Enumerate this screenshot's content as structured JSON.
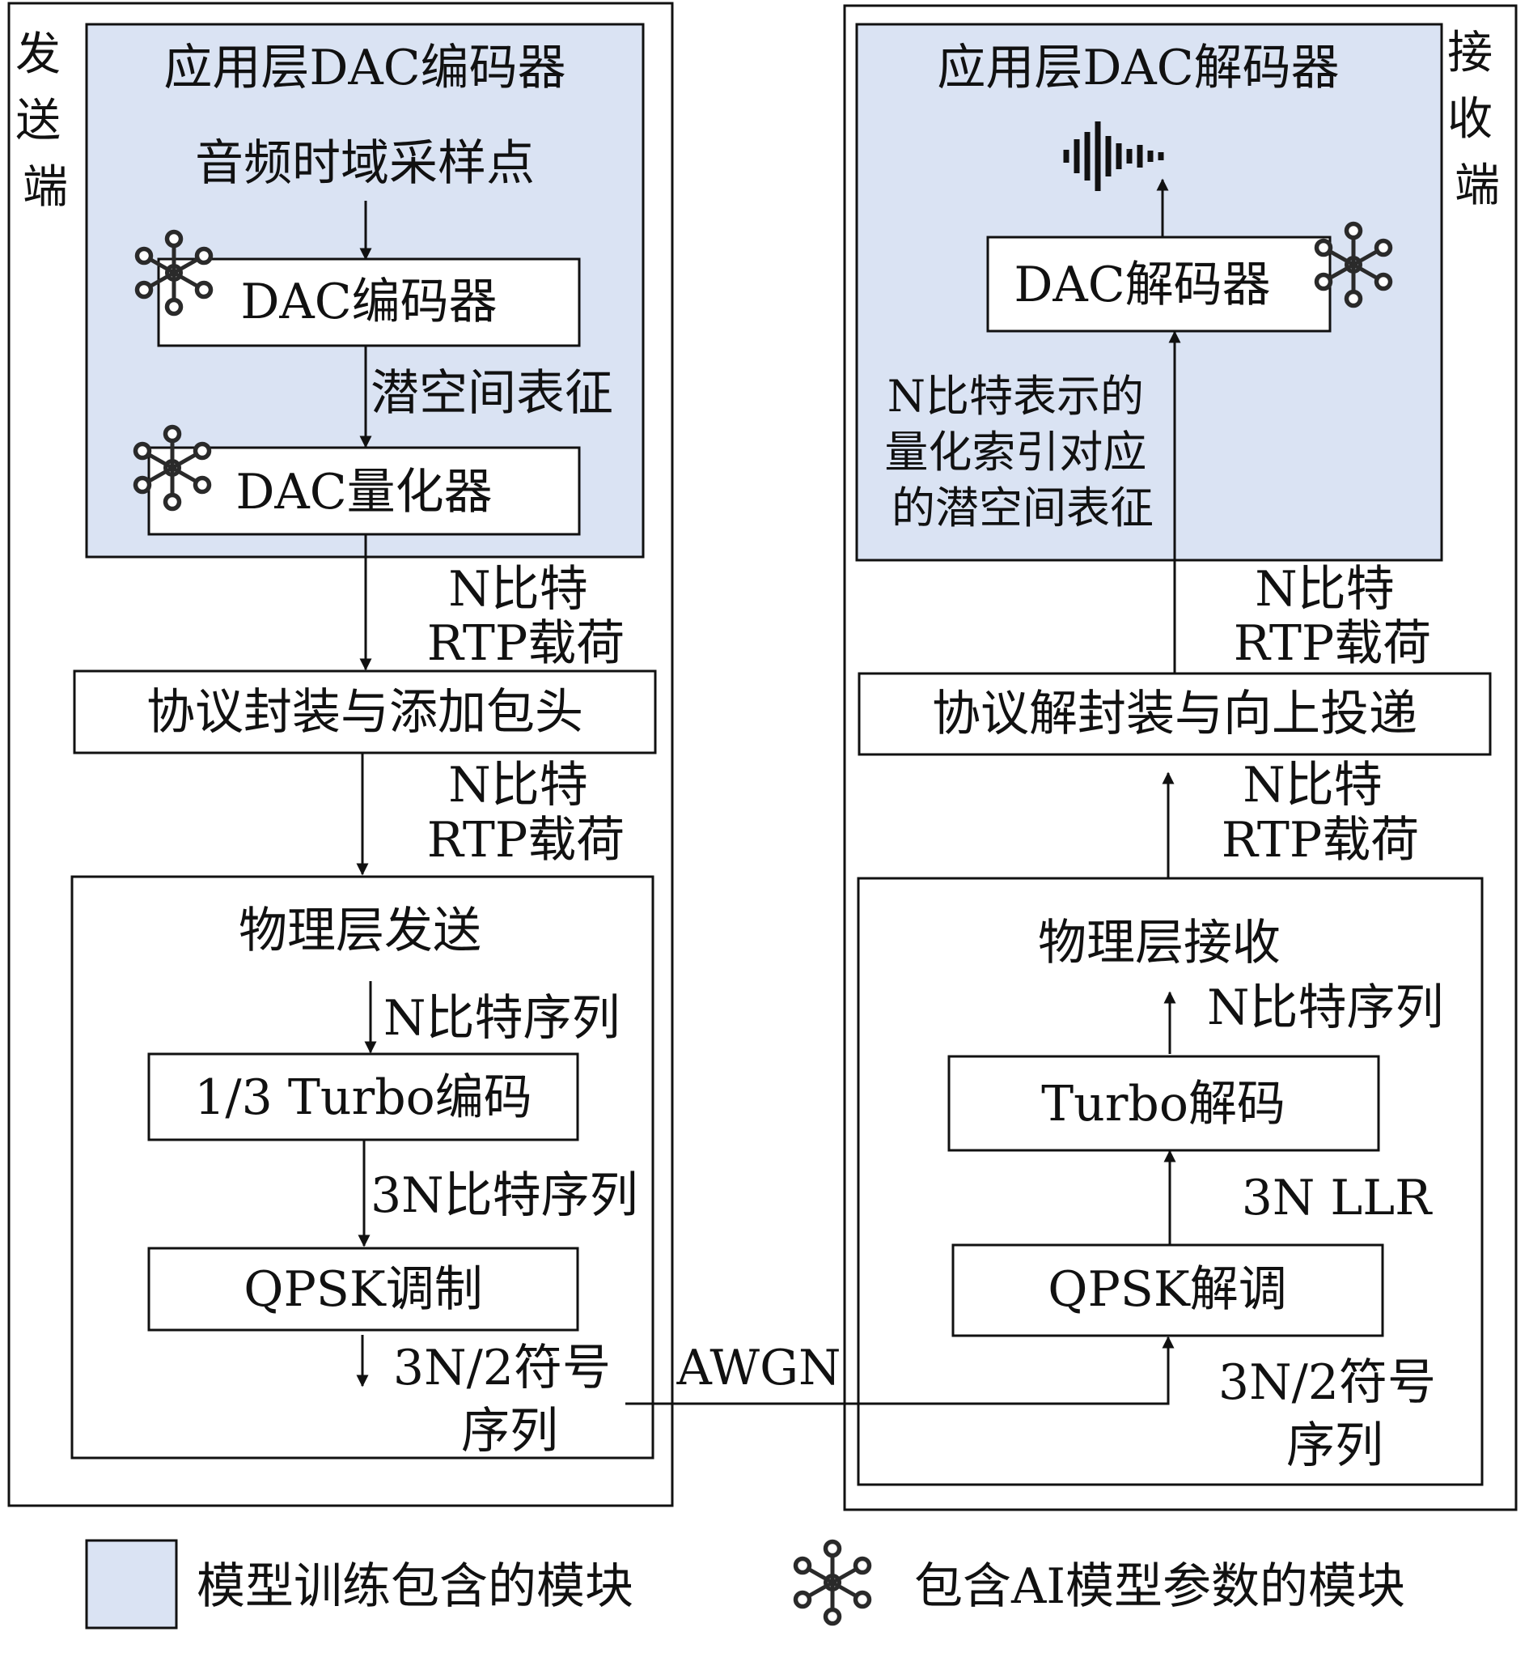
{
  "sender": {
    "side_label": "发送端",
    "app_layer": {
      "title": "应用层DAC编码器",
      "input": "音频时域采样点",
      "encoder": "DAC编码器",
      "latent": "潜空间表征",
      "quantizer": "DAC量化器"
    },
    "payload_a": [
      "N比特",
      "RTP载荷"
    ],
    "protocol": "协议封装与添加包头",
    "payload_b": [
      "N比特",
      "RTP载荷"
    ],
    "phy": {
      "title": "物理层发送",
      "bits": "N比特序列",
      "turbo": "1/3 Turbo编码",
      "coded": "3N比特序列",
      "mod": "QPSK调制",
      "symbols": [
        "3N/2符号",
        "序列"
      ]
    }
  },
  "channel": "AWGN",
  "receiver": {
    "side_label": "接收端",
    "app_layer": {
      "title": "应用层DAC解码器",
      "decoder": "DAC解码器",
      "latent": [
        "N比特表示的",
        "量化索引对应",
        "的潜空间表征"
      ]
    },
    "payload_a": [
      "N比特",
      "RTP载荷"
    ],
    "protocol": "协议解封装与向上投递",
    "payload_b": [
      "N比特",
      "RTP载荷"
    ],
    "phy": {
      "title": "物理层接收",
      "bits": "N比特序列",
      "turbo": "Turbo解码",
      "llr": "3N LLR",
      "demod": "QPSK解调",
      "symbols": [
        "3N/2符号",
        "序列"
      ]
    }
  },
  "legend": {
    "trained": "模型训练包含的模块",
    "ai": "包含AI模型参数的模块"
  },
  "colors": {
    "app_fill": "#dae3f3",
    "stroke": "#111111",
    "icon": "#2a2a2a"
  }
}
